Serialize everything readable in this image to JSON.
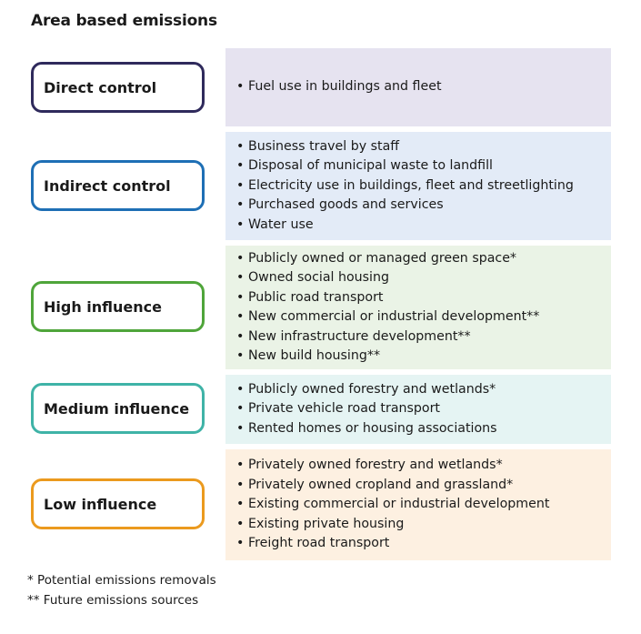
{
  "title": "Area based emissions",
  "categories": [
    {
      "label": "Direct control",
      "border_color": "#2f2a5c",
      "panel_color": "#e6e3f0",
      "items": [
        "Fuel use in buildings and fleet"
      ]
    },
    {
      "label": "Indirect control",
      "border_color": "#1e6fb5",
      "panel_color": "#e3ebf7",
      "items": [
        "Business travel by staff",
        "Disposal of municipal waste to landfill",
        "Electricity use in buildings, fleet and streetlighting",
        "Purchased goods and services",
        "Water use"
      ]
    },
    {
      "label": "High influence",
      "border_color": "#4fa53a",
      "panel_color": "#eaf3e6",
      "items": [
        "Publicly owned or managed green space*",
        "Owned social housing",
        "Public road transport",
        "New commercial or industrial development**",
        "New infrastructure development**",
        "New build housing**"
      ]
    },
    {
      "label": "Medium influence",
      "border_color": "#3fb3a7",
      "panel_color": "#e5f4f3",
      "items": [
        "Publicly owned forestry and wetlands*",
        "Private vehicle road transport",
        "Rented homes or housing associations"
      ]
    },
    {
      "label": "Low influence",
      "border_color": "#eb9a1e",
      "panel_color": "#fdf0e1",
      "items": [
        "Privately owned forestry and wetlands*",
        "Privately owned cropland and grassland*",
        "Existing commercial or industrial development",
        "Existing private housing",
        "Freight road transport"
      ]
    }
  ],
  "footnotes": [
    "* Potential emissions removals",
    "** Future emissions sources"
  ]
}
